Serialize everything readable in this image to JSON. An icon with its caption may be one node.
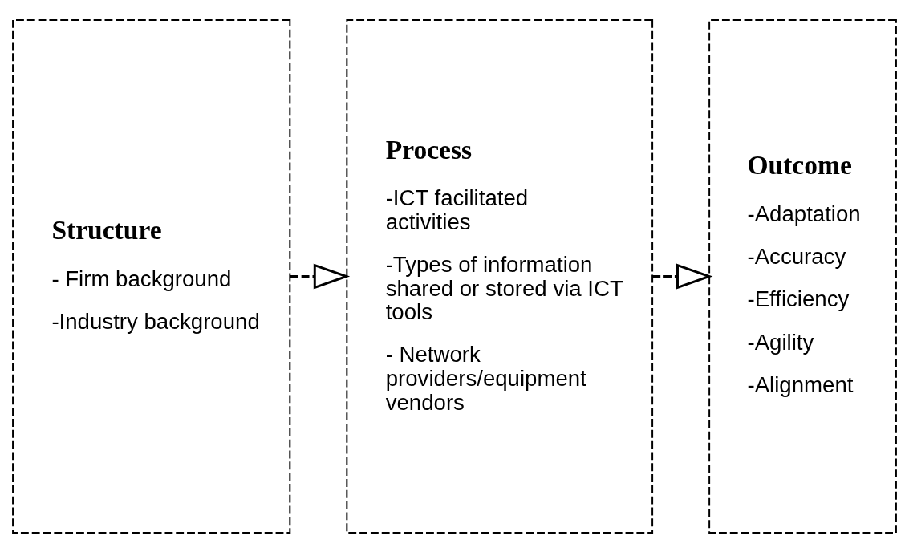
{
  "diagram": {
    "nodes": [
      {
        "text": [
          "Structure",
          "- Firm background",
          "-Industry background"
        ]
      },
      {
        "text": [
          "Process",
          "-ICT facilitated activities",
          "-Types of information shared or stored via ICT tools",
          "- Network providers/equipment vendors"
        ]
      },
      {
        "text": [
          "Outcome",
          "-Adaptation",
          "-Accuracy",
          "-Efficiency",
          "-Agility",
          "-Alignment"
        ]
      }
    ],
    "edges": [
      {
        "from": 0,
        "to": 1,
        "arrow": "to",
        "style": "dashed"
      },
      {
        "from": 1,
        "to": 2,
        "arrow": "to",
        "style": "dashed"
      }
    ]
  }
}
